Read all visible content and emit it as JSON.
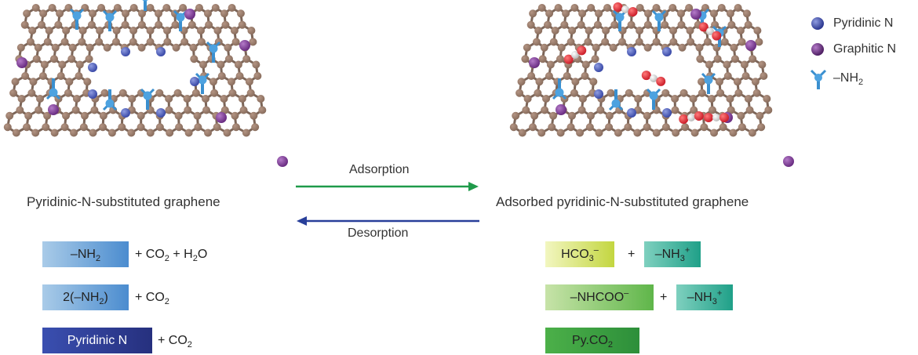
{
  "left_panel": {
    "caption": "Pyridinic-N-substituted graphene"
  },
  "right_panel": {
    "caption": "Adsorbed pyridinic-N-substituted graphene"
  },
  "arrows": {
    "forward_label": "Adsorption",
    "backward_label": "Desorption",
    "forward_color": "#1f9a4a",
    "backward_color": "#283f9a"
  },
  "legend": {
    "pyridinic": "Pyridinic N",
    "graphitic": "Graphitic N",
    "amine": "–NH",
    "amine_sub": "2"
  },
  "colors": {
    "carbon": "#8a6e5e",
    "pyridinic_n": "#3a4aa8",
    "graphitic_n": "#6a2d82",
    "nh2": "#3a8fcf",
    "oxygen": "#cc1e2a",
    "co2_carbon": "#dddddd"
  },
  "reactants": {
    "r1": {
      "box": "–NH",
      "box_sub": "2",
      "plus": "+ CO",
      "co2_sub": "2",
      "plus2": " + H",
      "h2o_sub": "2",
      "o": "O"
    },
    "r2": {
      "box_pre": "2(–NH",
      "box_sub": "2",
      "box_post": ")",
      "plus": "+ CO",
      "co2_sub": "2"
    },
    "r3": {
      "box": "Pyridinic N",
      "plus": "+ CO",
      "co2_sub": "2"
    }
  },
  "products": {
    "p1": {
      "hco3": "HCO",
      "hco3_sub": "3",
      "hco3_sup": "–",
      "plus": "+",
      "nh3": "–NH",
      "nh3_sub": "3",
      "nh3_sup": "+"
    },
    "p2": {
      "carbamate": "–NHCOO",
      "carbamate_sup": "–",
      "plus": "+",
      "nh3": "–NH",
      "nh3_sub": "3",
      "nh3_sup": "+"
    },
    "p3": {
      "pyco2": "Py.CO",
      "pyco2_sub": "2"
    }
  }
}
